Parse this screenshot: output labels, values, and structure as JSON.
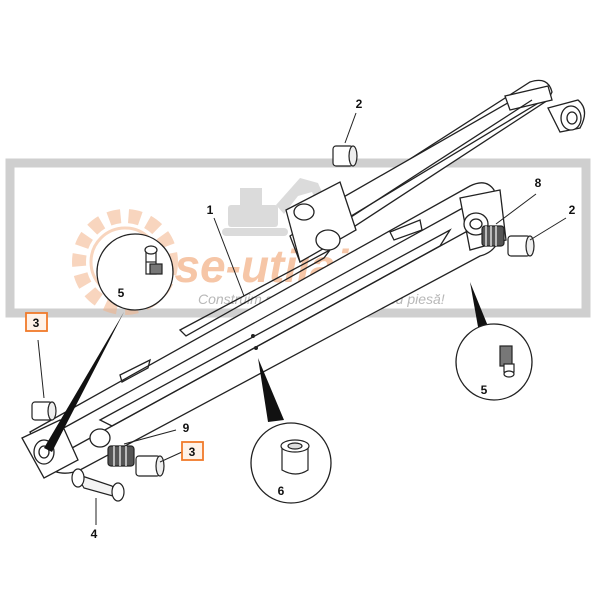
{
  "diagram": {
    "callouts": {
      "arm_top_bushing": "2",
      "right_bushing": "2",
      "boom": "1",
      "pin_right": "8",
      "grease_left": "5",
      "grease_right": "5",
      "bushing_left_highlight": "3",
      "bushing_bottom_highlight": "3",
      "pin_bottom": "4",
      "pin_center": "9",
      "sleeve": "6"
    },
    "highlight_color": "#f07a2a",
    "watermark": {
      "brand": "piese-utilaj.ro",
      "tagline": "Construim succesul tău, piesă cu piesă!",
      "color": "#f3a06a"
    }
  }
}
